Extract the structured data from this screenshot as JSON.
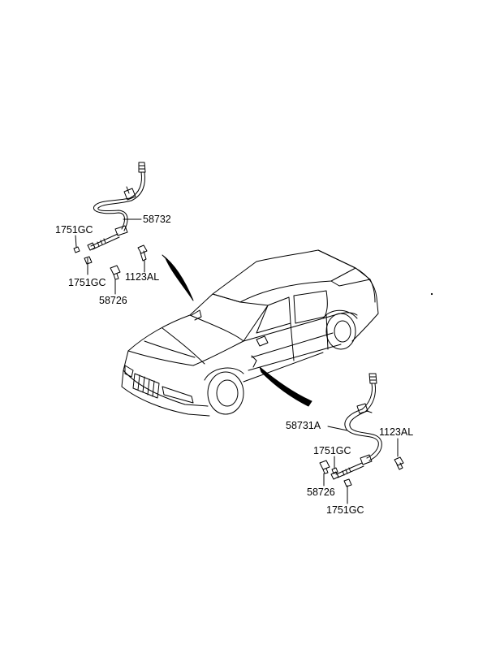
{
  "labels": {
    "upper_hose": "58732",
    "upper_clip_a": "1751GC",
    "upper_clip_b": "1751GC",
    "upper_bolt": "1123AL",
    "upper_bracket": "58726",
    "lower_hose": "58731A",
    "lower_bolt": "1123AL",
    "lower_clip_a": "1751GC",
    "lower_bracket": "58726",
    "lower_clip_b": "1751GC"
  }
}
